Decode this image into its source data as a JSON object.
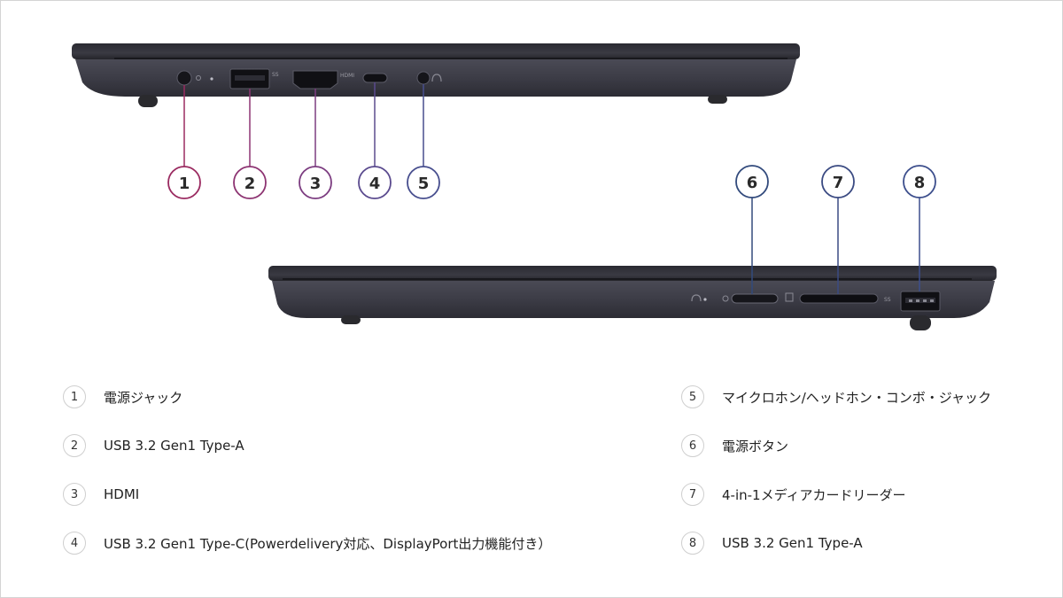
{
  "colors": {
    "laptop_body": "#3e3e48",
    "laptop_lid": "#2f2f37",
    "callout_1": "#9a2a60",
    "callout_2": "#8d3472",
    "callout_3": "#7c3c80",
    "callout_4": "#5a4a8e",
    "callout_5": "#474e8e",
    "callout_6": "#324a7c",
    "callout_7": "#3a4a82",
    "callout_8": "#3c4e8c"
  },
  "diagram": {
    "left_side": {
      "port_labels": {
        "usb": "SS",
        "hdmi": "HDMI"
      }
    },
    "right_side": {
      "port_labels": {
        "usb": "SS"
      }
    },
    "callouts": [
      "1",
      "2",
      "3",
      "4",
      "5",
      "6",
      "7",
      "8"
    ]
  },
  "legend": {
    "left": [
      {
        "num": "1",
        "text": "電源ジャック"
      },
      {
        "num": "2",
        "text": "USB 3.2 Gen1 Type-A"
      },
      {
        "num": "3",
        "text": "HDMI"
      },
      {
        "num": "4",
        "text": "USB 3.2 Gen1 Type-C(Powerdelivery対応、DisplayPort出力機能付き）"
      }
    ],
    "right": [
      {
        "num": "5",
        "text": "マイクロホン/ヘッドホン・コンボ・ジャック"
      },
      {
        "num": "6",
        "text": "電源ボタン"
      },
      {
        "num": "7",
        "text": "4-in-1メディアカードリーダー"
      },
      {
        "num": "8",
        "text": "USB 3.2 Gen1 Type-A"
      }
    ]
  }
}
